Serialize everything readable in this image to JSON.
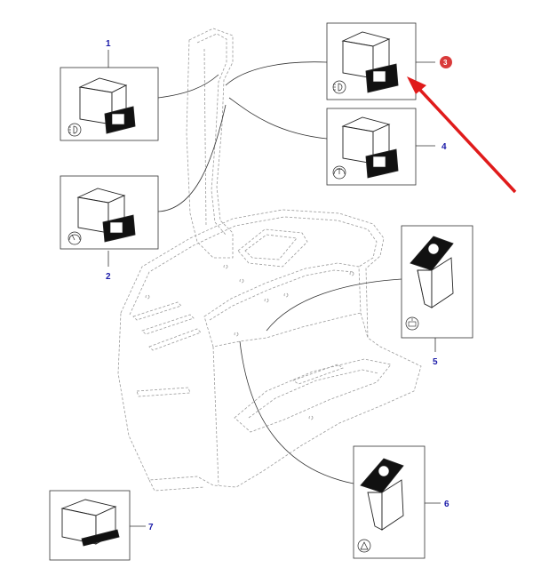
{
  "colors": {
    "callout_number": "#1a1aa8",
    "highlight_badge": "#d93a3a",
    "arrow": "#e01b1b",
    "line": "#333333",
    "ghost_outline": "#9a9a9a"
  },
  "callouts": [
    {
      "label": "1",
      "part": "switch-headlight"
    },
    {
      "label": "2",
      "part": "switch-wiper"
    },
    {
      "label": "3",
      "part": "switch-headlight-highlighted"
    },
    {
      "label": "4",
      "part": "switch-washer"
    },
    {
      "label": "5",
      "part": "switch-console-a"
    },
    {
      "label": "6",
      "part": "switch-console-b"
    },
    {
      "label": "7",
      "part": "blank-cover"
    }
  ],
  "icons": [
    "headlight-icon",
    "wiper-icon",
    "washer-icon",
    "work-light-icon",
    "hazard-icon"
  ]
}
